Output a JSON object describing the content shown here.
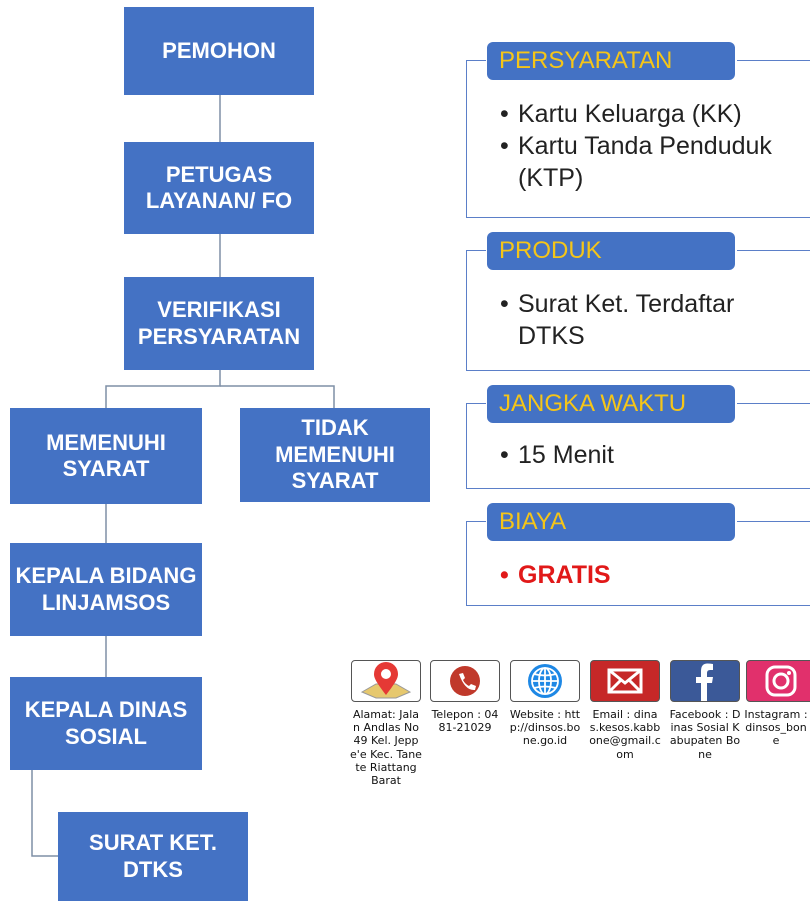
{
  "flow": {
    "pemohon": "PEMOHON",
    "petugas": "PETUGAS\nLAYANAN/ FO",
    "verifikasi": "VERIFIKASI\nPERSYARATAN",
    "memenuhi": "MEMENUHI\nSYARAT",
    "tidak_memenuhi": "TIDAK\nMEMENUHI\nSYARAT",
    "kepala_bidang": "KEPALA BIDANG\nLINJAMSOS",
    "kepala_dinas": "KEPALA DINAS\nSOSIAL",
    "surat": "SURAT KET.\nDTKS"
  },
  "panels": {
    "persyaratan": {
      "title": "PERSYARATAN",
      "items": [
        "Kartu Keluarga (KK)",
        "Kartu Tanda Penduduk (KTP)"
      ]
    },
    "produk": {
      "title": "PRODUK",
      "items": [
        "Surat Ket. Terdaftar DTKS"
      ]
    },
    "jangka_waktu": {
      "title": "JANGKA WAKTU",
      "items": [
        "15 Menit"
      ]
    },
    "biaya": {
      "title": "BIAYA",
      "items": [
        "GRATIS"
      ]
    }
  },
  "contacts": [
    {
      "icon": "map-pin-icon",
      "text": "Alamat: Jalan Andlas No 49 Kel. Jeppe'e Kec. Tanete Riattang Barat"
    },
    {
      "icon": "phone-icon",
      "text": "Telepon : 0481-21029"
    },
    {
      "icon": "globe-icon",
      "text": "Website : http://dinsos.bone.go.id"
    },
    {
      "icon": "mail-icon",
      "text": "Email : dinas.kesos.kabbone@gmail.com"
    },
    {
      "icon": "facebook-icon",
      "text": "Facebook : Dinas Sosial Kabupaten Bone"
    },
    {
      "icon": "instagram-icon",
      "text": "Instagram : dinsos_bone"
    }
  ],
  "colors": {
    "box_fill": "#4472c4",
    "box_text": "#ffffff",
    "panel_title": "#f5c518",
    "gratis": "#e11919"
  }
}
